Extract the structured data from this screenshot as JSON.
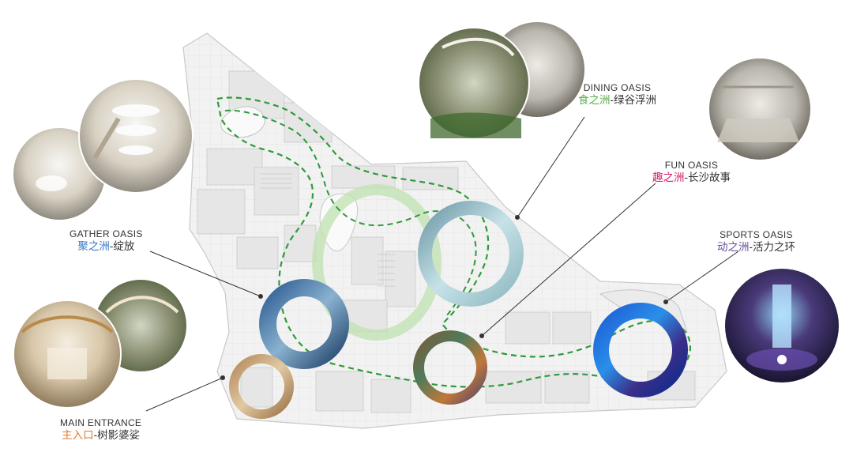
{
  "zones": [
    {
      "id": "gather",
      "name_en": "GATHER OASIS",
      "name_cn_highlight": "聚之洲",
      "name_cn_rest": "-绽放",
      "color": "#3b7ac4"
    },
    {
      "id": "dining",
      "name_en": "DINING OASIS",
      "name_cn_highlight": "食之洲",
      "name_cn_rest": "-绿谷浮洲",
      "color": "#5ab04a"
    },
    {
      "id": "fun",
      "name_en": "FUN OASIS",
      "name_cn_highlight": "趣之洲",
      "name_cn_rest": "-长沙故事",
      "color": "#d81b6a"
    },
    {
      "id": "sports",
      "name_en": "SPORTS OASIS",
      "name_cn_highlight": "动之洲",
      "name_cn_rest": "-活力之环",
      "color": "#6a4fa0"
    },
    {
      "id": "entrance",
      "name_en": "MAIN ENTRANCE",
      "name_cn_highlight": "主入口",
      "name_cn_rest": "-树影婆娑",
      "color": "#e07a2b"
    }
  ]
}
